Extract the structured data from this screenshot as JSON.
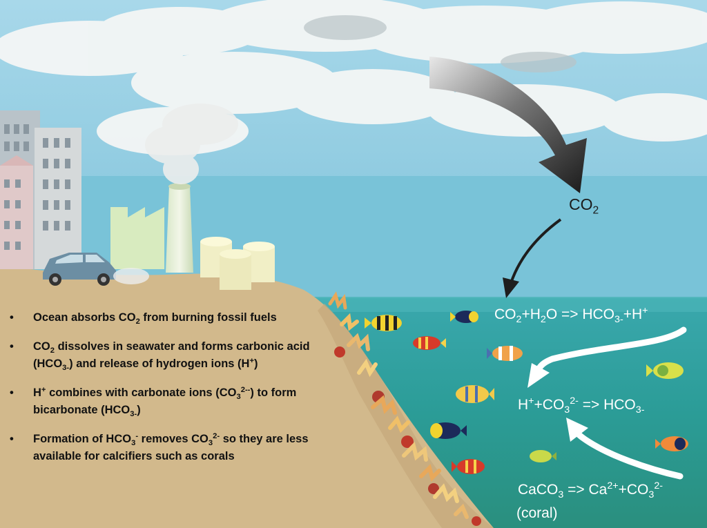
{
  "bullets": [
    {
      "parts": [
        "Ocean absorbs CO",
        "2",
        " from burning fossil fuels"
      ]
    },
    {
      "parts": [
        "CO",
        "2",
        " dissolves in seawater and forms carbonic acid (HCO",
        "3-",
        ") and release of hydrogen ions (H",
        "+",
        ")"
      ]
    },
    {
      "parts": [
        "H",
        "+",
        " combines with carbonate ions (CO",
        "3",
        "2--",
        ") to form bicarbonate (HCO",
        "3-",
        ")"
      ]
    },
    {
      "parts": [
        "Formation of HCO",
        "3",
        "-",
        " removes CO",
        "3",
        "2-",
        " so they are less available for calcifiers such as corals"
      ]
    }
  ],
  "co2_label": {
    "base": "CO",
    "sub": "2"
  },
  "equations": {
    "eq1": {
      "a": "CO",
      "a_sub": "2",
      "b": "+H",
      "b_sub": "2",
      "c": "O => HCO",
      "c_sub": "3-",
      "d": "+H",
      "d_sup": "+"
    },
    "eq2": {
      "a": "H",
      "a_sup": "+",
      "b": "+CO",
      "b_sub": "3",
      "b_sup": "2-",
      "c": " => HCO",
      "c_sub": "3-"
    },
    "eq3": {
      "a": "CaCO",
      "a_sub": "3",
      "b": " => Ca",
      "b_sup": "2+",
      "c": "+CO",
      "c_sub": "3",
      "c_sup": "2-",
      "note": "(coral)"
    }
  },
  "colors": {
    "sky": "#9fd2e6",
    "ocean": "#2e9f9a",
    "land": "#d1b88a",
    "arrow_white": "#ffffff",
    "arrow_dark": "#1e1e1e"
  }
}
